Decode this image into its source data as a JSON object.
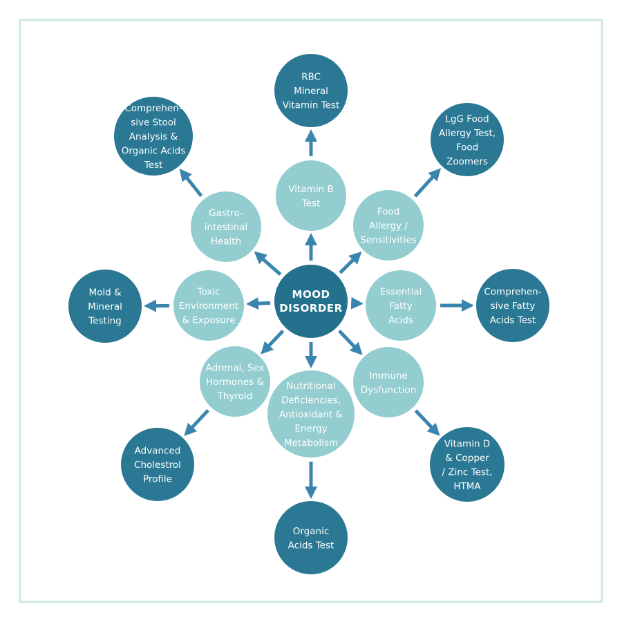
{
  "colors": {
    "center": "#23718d",
    "inner": "#93cdd0",
    "outer": "#2a7893",
    "arrow": "#3a85ad",
    "frame": "#cde9e6"
  },
  "center": {
    "id": "mood",
    "lines": [
      "MOOD",
      "DISORDER"
    ]
  },
  "branches": [
    {
      "inner": {
        "id": "vitb",
        "lines": [
          "Vitamin B",
          "Test"
        ]
      },
      "outer": {
        "id": "rbc",
        "lines": [
          "RBC",
          "Mineral",
          "Vitamin Test"
        ]
      }
    },
    {
      "inner": {
        "id": "food",
        "lines": [
          "Food",
          "Allergy /",
          "Sensitivities"
        ]
      },
      "outer": {
        "id": "lgg",
        "lines": [
          "LgG Food",
          "Allergy Test,",
          "Food",
          "Zoomers"
        ]
      }
    },
    {
      "inner": {
        "id": "efa",
        "lines": [
          "Essential",
          "Fatty",
          "Acids"
        ]
      },
      "outer": {
        "id": "cfa",
        "lines": [
          "Comprehen-",
          "sive Fatty",
          "Acids Test"
        ]
      }
    },
    {
      "inner": {
        "id": "immune",
        "lines": [
          "Immune",
          "Dysfunction"
        ]
      },
      "outer": {
        "id": "vitd",
        "lines": [
          "Vitamin D",
          "& Copper",
          "/ Zinc Test,",
          "HTMA"
        ]
      }
    },
    {
      "inner": {
        "id": "nutri",
        "lines": [
          "Nutritional",
          "Deficiencies,",
          "Antioxidant &",
          "Energy",
          "Metabolism"
        ]
      },
      "outer": {
        "id": "oat",
        "lines": [
          "Organic",
          "Acids Test"
        ]
      }
    },
    {
      "inner": {
        "id": "adrenal",
        "lines": [
          "Adrenal, Sex",
          "Hormones &",
          "Thyroid"
        ]
      },
      "outer": {
        "id": "chol",
        "lines": [
          "Advanced",
          "Cholestrol",
          "Profile"
        ]
      }
    },
    {
      "inner": {
        "id": "toxic",
        "lines": [
          "Toxic",
          "Environment",
          "& Exposure"
        ]
      },
      "outer": {
        "id": "mold",
        "lines": [
          "Mold &",
          "Mineral",
          "Testing"
        ]
      }
    },
    {
      "inner": {
        "id": "gi",
        "lines": [
          "Gastro-",
          "intestinal",
          "Health"
        ]
      },
      "outer": {
        "id": "stool",
        "lines": [
          "Comprehen-",
          "sive Stool",
          "Analysis &",
          "Organic Acids",
          "Test"
        ]
      }
    }
  ]
}
